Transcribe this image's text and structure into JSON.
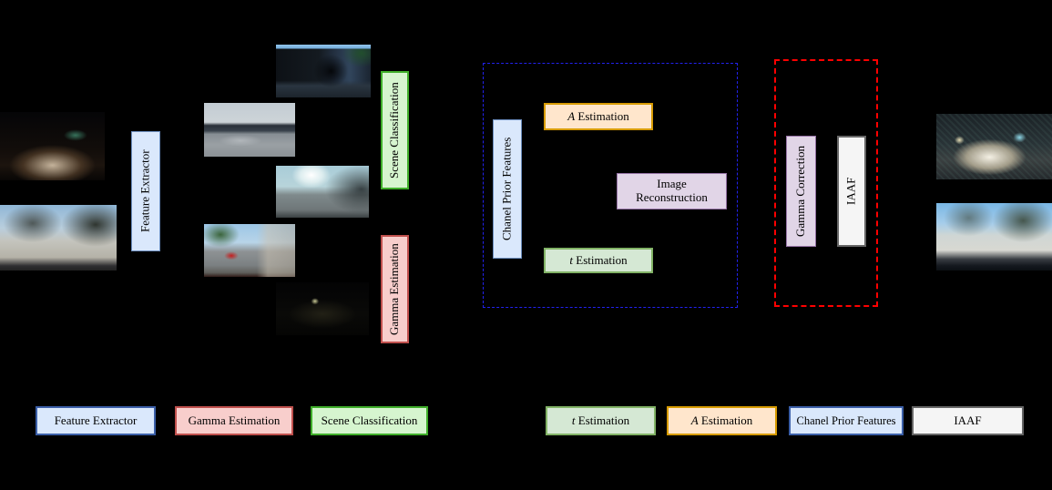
{
  "figure": {
    "background_color": "#000000",
    "nodes": {
      "feature_extractor": {
        "label": "Feature Extractor"
      },
      "scene_classification": {
        "label": "Scene Classification"
      },
      "gamma_estimation": {
        "label": "Gamma Estimation"
      },
      "chanel_prior_features": {
        "label": "Chanel Prior Features"
      },
      "a_estimation": {
        "prefix": "A",
        "rest": " Estimation"
      },
      "t_estimation": {
        "prefix": "t",
        "rest": " Estimation"
      },
      "image_reconstruction": {
        "line1": "Image",
        "line2": "Reconstruction"
      },
      "gamma_correction": {
        "label": "Gamma Correction"
      },
      "iaaf": {
        "label": "IAAF"
      }
    },
    "groups": {
      "dehaze_border_color": "#2222ee",
      "enhance_border_color": "#ff0000"
    },
    "legend": {
      "items": [
        {
          "label": "Feature Extractor",
          "fill": "#dae8fc",
          "stroke": "#3b5fa8"
        },
        {
          "label": "Gamma Estimation",
          "fill": "#f8cecc",
          "stroke": "#c0504d"
        },
        {
          "label": "Scene Classification",
          "fill": "#d6f5cf",
          "stroke": "#3fae2a"
        },
        {
          "prefix": "t",
          "rest": " Estimation",
          "fill": "#d5e8d4",
          "stroke": "#82b366"
        },
        {
          "prefix": "A",
          "rest": " Estimation",
          "fill": "#ffe6cc",
          "stroke": "#d79b00"
        },
        {
          "label": "Chanel Prior Features",
          "fill": "#dae8fc",
          "stroke": "#3b5fa8"
        },
        {
          "label": "IAAF",
          "fill": "#f5f5f5",
          "stroke": "#666666"
        }
      ]
    },
    "images": {
      "input_night": "dark night driving scene",
      "input_day": "winter daytime street scene",
      "sample_truck": "dark street scene with truck and van",
      "sample_parking": "overcast parking lot scene",
      "sample_sunny": "sunny street scene with sun glare",
      "sample_redcar": "street scene with red car and trees",
      "sample_night": "dim night street scene",
      "output_night": "enhanced night driving scene",
      "output_day": "enhanced winter street scene"
    }
  }
}
